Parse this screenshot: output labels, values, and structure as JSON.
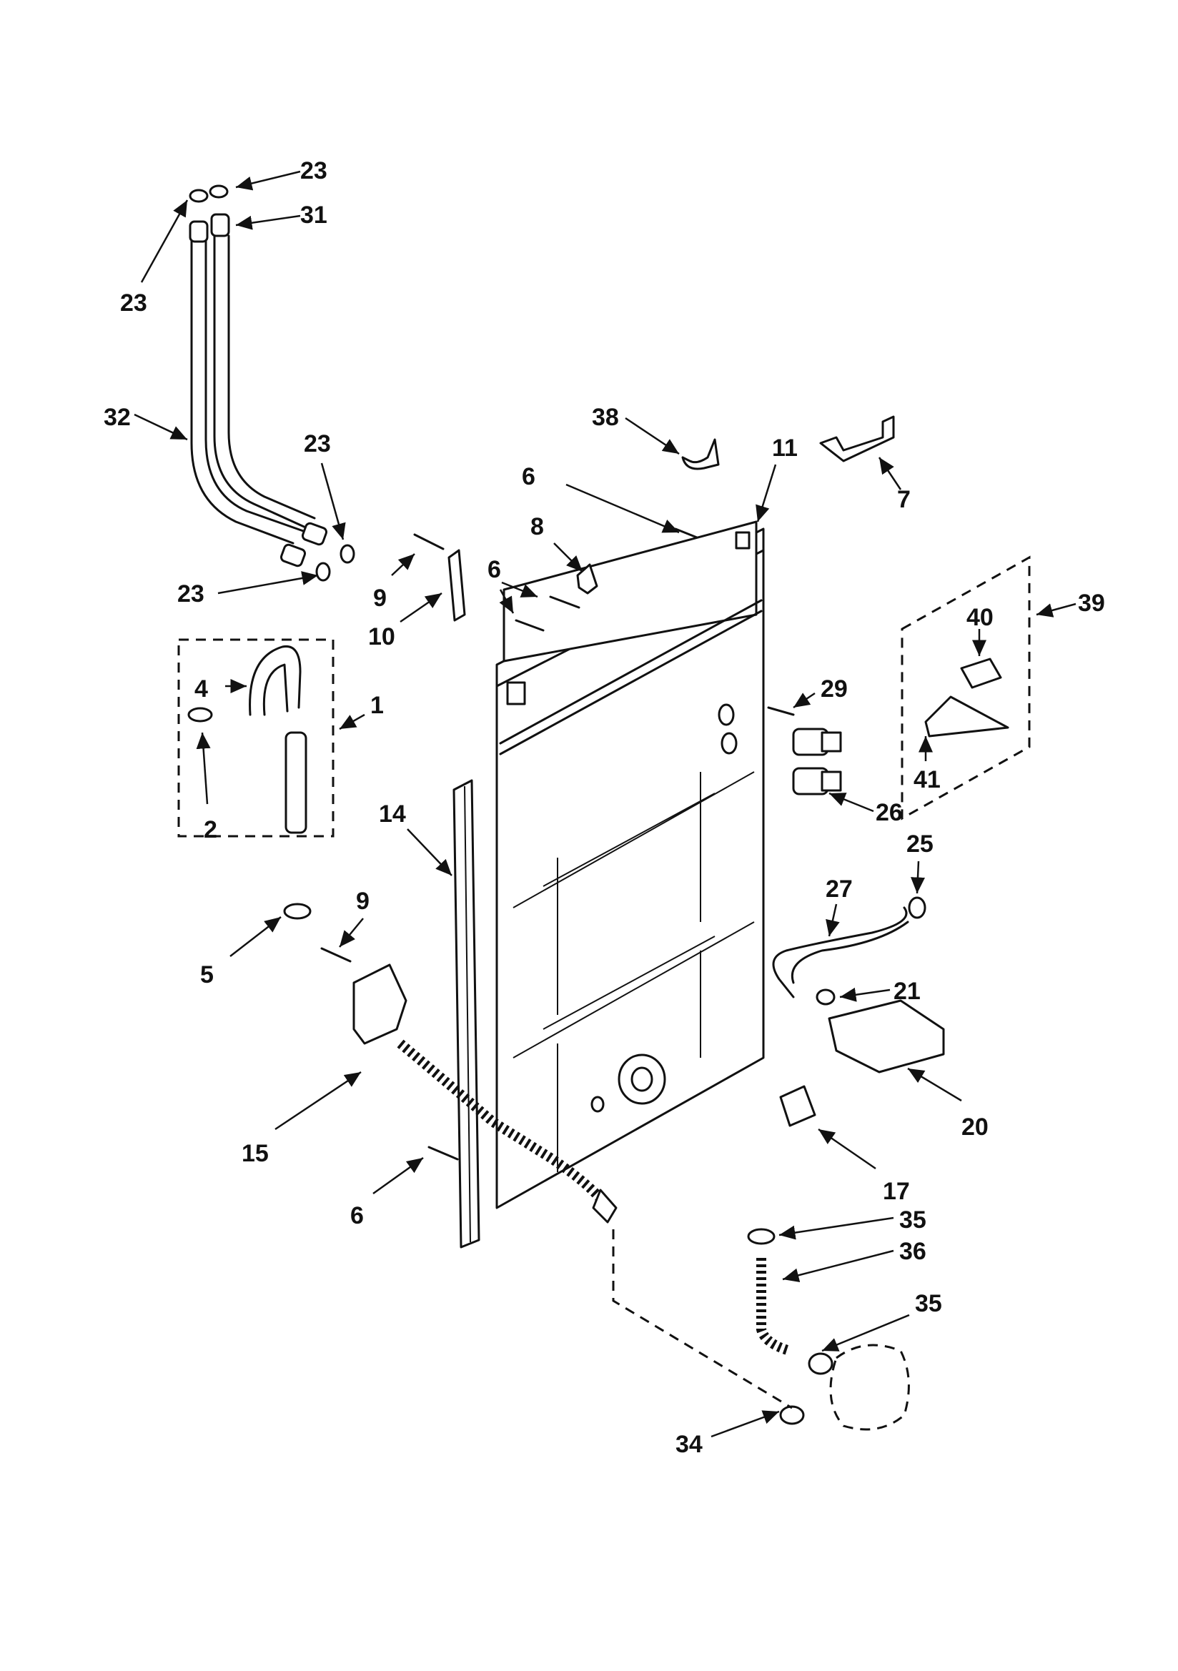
{
  "diagram": {
    "labels": {
      "l23a": "23",
      "l31": "31",
      "l23b": "23",
      "l32": "32",
      "l23c": "23",
      "l23d": "23",
      "l38": "38",
      "l11": "11",
      "l7": "7",
      "l6a": "6",
      "l8": "8",
      "l9a": "9",
      "l6b": "6",
      "l10": "10",
      "l39": "39",
      "l40": "40",
      "l4": "4",
      "l1": "1",
      "l29": "29",
      "l41": "41",
      "l2": "2",
      "l26": "26",
      "l25": "25",
      "l14": "14",
      "l27": "27",
      "l9b": "9",
      "l5": "5",
      "l21": "21",
      "l20": "20",
      "l15": "15",
      "l17": "17",
      "l6c": "6",
      "l35a": "35",
      "l36": "36",
      "l35b": "35",
      "l34": "34"
    }
  }
}
